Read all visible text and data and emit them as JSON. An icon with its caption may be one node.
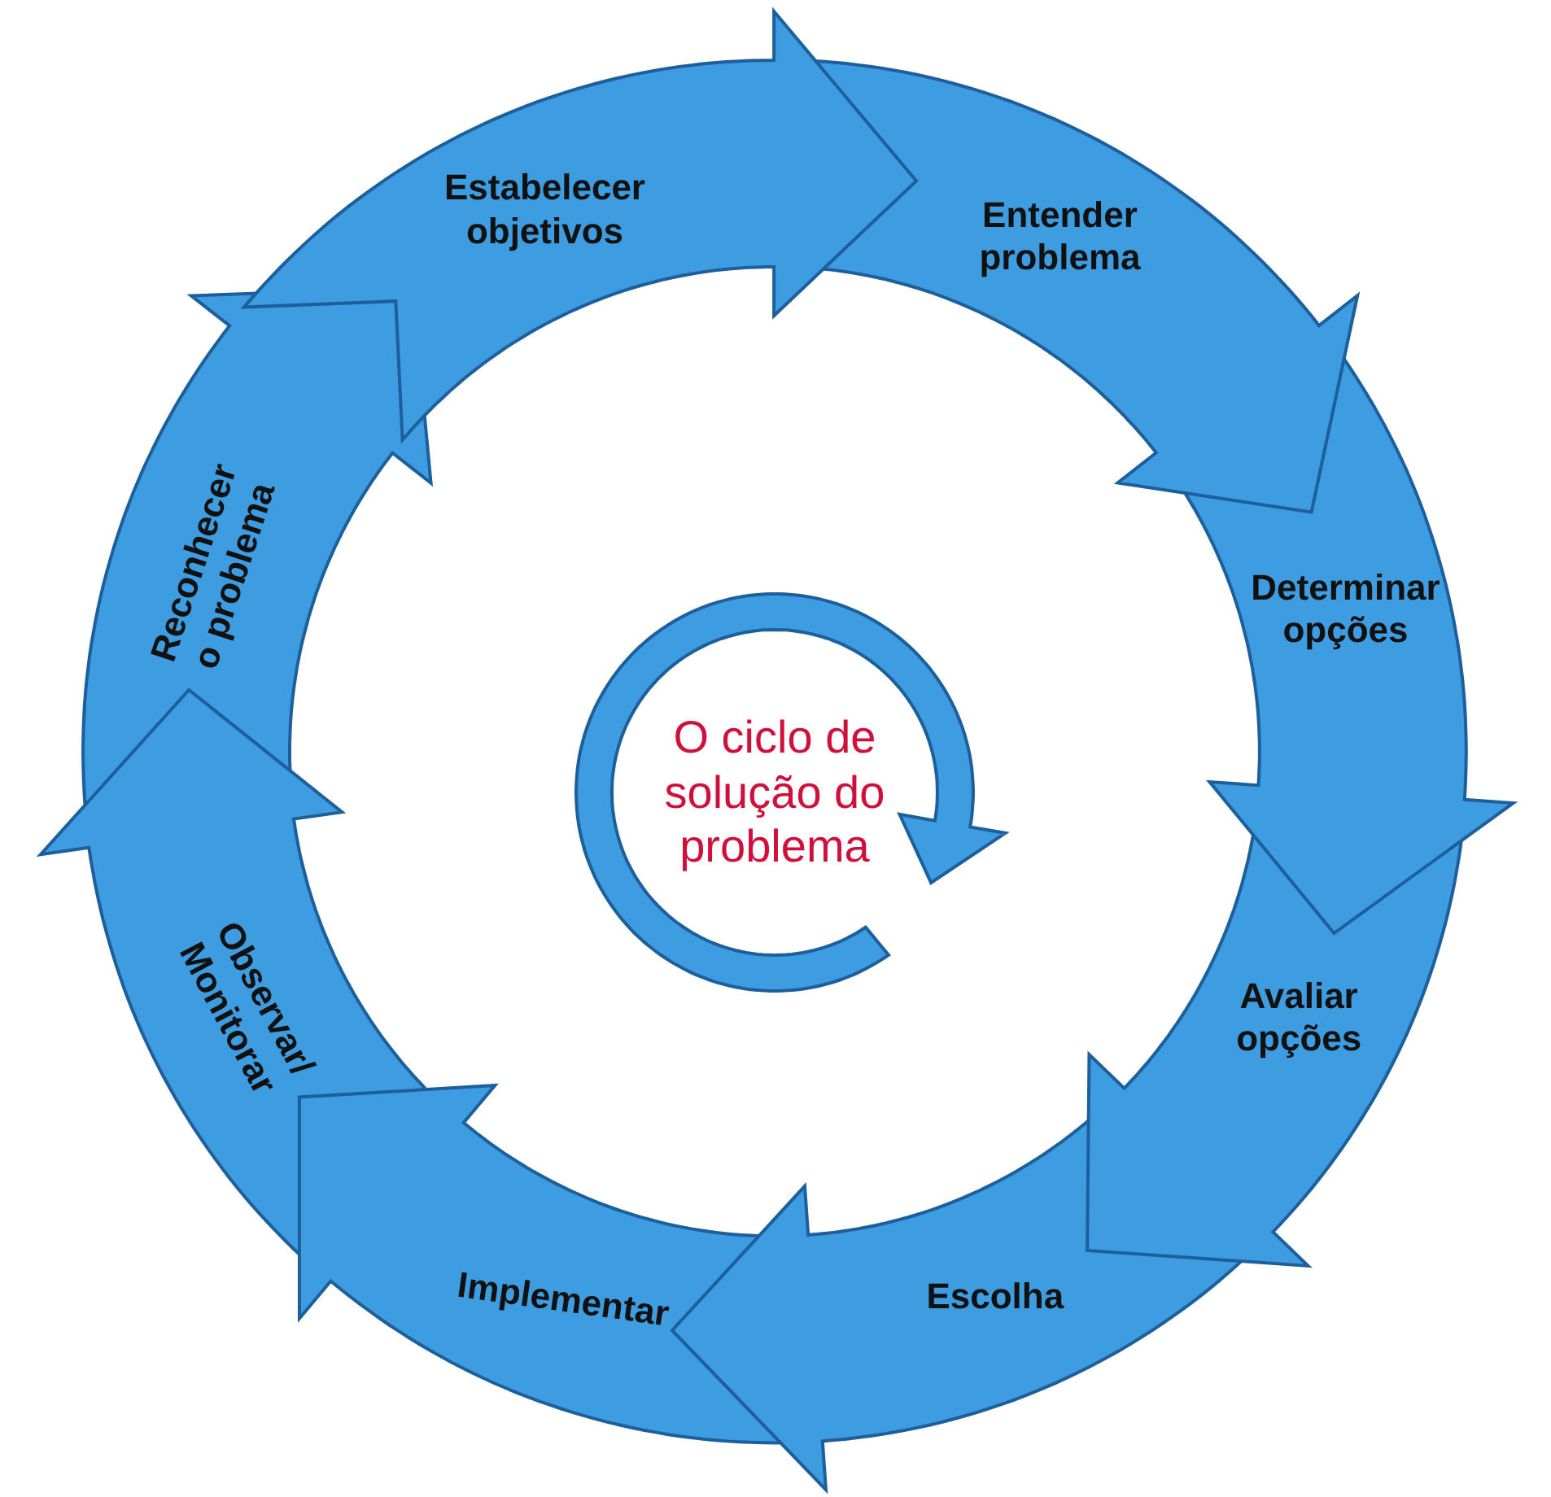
{
  "diagram": {
    "nodes": [
      {
        "text": [
          "Estabelecer objetivos"
        ]
      },
      {
        "text": [
          "Entender problema"
        ]
      },
      {
        "text": [
          "Determinar opções"
        ]
      },
      {
        "text": [
          "Avaliar opções"
        ]
      },
      {
        "text": [
          "Escolha"
        ]
      },
      {
        "text": [
          "Implementar"
        ]
      },
      {
        "text": [
          "Observar/ Monitorar"
        ]
      },
      {
        "text": [
          "Reconhecer o problema"
        ]
      },
      {
        "text": [
          "O ciclo de solução do problema"
        ]
      }
    ]
  }
}
